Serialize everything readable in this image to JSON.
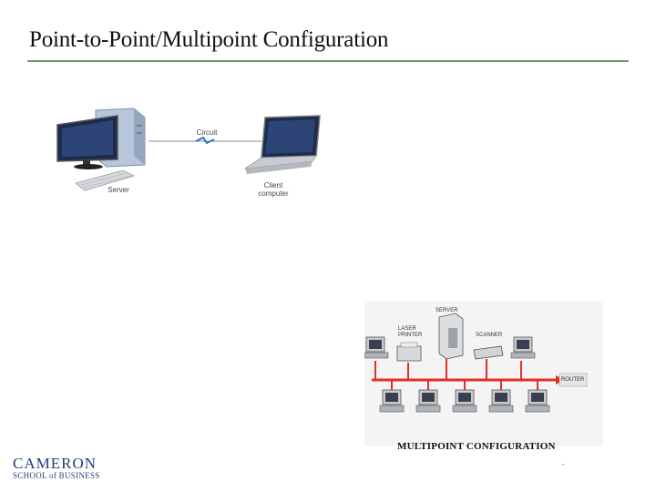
{
  "slide": {
    "title": "Point-to-Point/Multipoint Configuration",
    "page_mark": "-"
  },
  "point_to_point": {
    "circuit_label": "Circuit",
    "server_label": "Server",
    "client_label_line1": "Client",
    "client_label_line2": "computer"
  },
  "multipoint": {
    "server_label": "SERVER",
    "laser_printer_line1": "LASER",
    "laser_printer_line2": "PRINTER",
    "scanner_label": "SCANNER",
    "router_label": "ROUTER",
    "caption": "MULTIPOINT CONFIGURATION",
    "bus_color": "#e0302a"
  },
  "logo": {
    "main": "CAMERON",
    "sub": "SCHOOL of BUSINESS"
  }
}
